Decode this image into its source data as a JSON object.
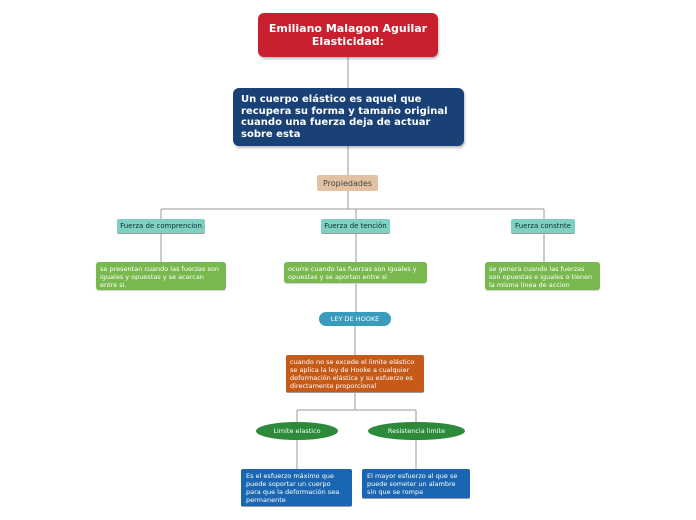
{
  "title": "Emiliano Malagon Aguilar\nElasticidad:",
  "definition": "Un cuerpo elástico es aquel que recupera su forma y tamaño original cuando una fuerza deja de actuar sobre esta",
  "properties_label": "Propiedades",
  "branches": [
    {
      "label": "Fuerza de comprencion",
      "description": "se presentan cuando las fuerzas son iguales y opuestas y se acercan entre si."
    },
    {
      "label": "Fuerza de tención",
      "description": "ocurre cuando las fuerzas son iguales y opuestas y se aportan entre si"
    },
    {
      "label": "Fuerza constnte",
      "description": "se genera cuando las fuerzas son opuestas e iguales o tienen la misma linea de accion"
    }
  ],
  "hooke": {
    "label": "LEY DE HOOKE",
    "description": "cuando no se excede el limite elástico se aplica la ley de Hooke a cualquier deformación elástica y su esfuerzo es directamente proporcional"
  },
  "limits": [
    {
      "label": "Limite elastico",
      "description": "Es el esfuerzo máximo que puede soportar un cuerpo para que la deformación sea permanente"
    },
    {
      "label": "Resistencia limite",
      "description": "El mayor esfuerzo al que se puede someter un alambre sin que se rompa"
    }
  ],
  "colors": {
    "title": "#c8202f",
    "definition": "#1a4175",
    "properties": "#e3c2a4",
    "branch": "#7fd0c4",
    "description": "#79b84e",
    "hooke": "#3a9cbd",
    "hooke_description": "#c65a19",
    "limit": "#2c8a3a",
    "limit_description": "#1b66b0"
  }
}
